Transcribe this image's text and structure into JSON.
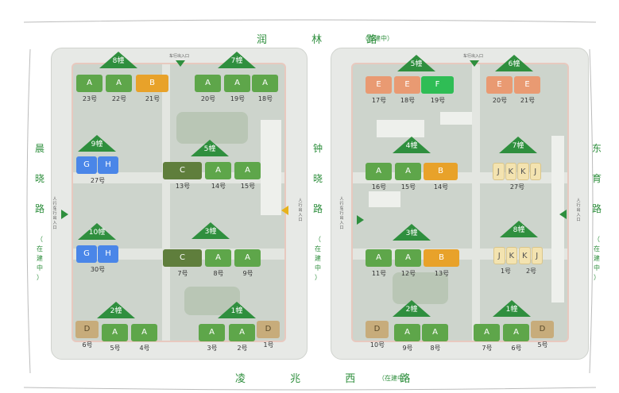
{
  "colors": {
    "A": "#5ea64a",
    "B": "#e8a22a",
    "C": "#5f7e3c",
    "D": "#c7ac7b",
    "E": "#e99a72",
    "F": "#2fbd55",
    "G": "#4a86e8",
    "H": "#4a86e8",
    "J": "#f3e3b0",
    "K": "#f3e3b0",
    "tag": "#2f8f3e",
    "road": "#2f8f3e"
  },
  "roads": {
    "top": {
      "name": "润 林 路",
      "note": "（在建中）"
    },
    "bottom": {
      "name": "凌 兆 西 路",
      "note": "（在建中）"
    },
    "left": {
      "chars": [
        "晨",
        "晓",
        "路"
      ],
      "note": [
        "（",
        "在",
        "建",
        "中",
        "）"
      ]
    },
    "middle": {
      "chars": [
        "钟",
        "晓",
        "路"
      ],
      "note": [
        "（",
        "在",
        "建",
        "中",
        "）"
      ]
    },
    "right": {
      "chars": [
        "东",
        "育",
        "路"
      ],
      "note": [
        "（",
        "在",
        "建",
        "中",
        "）"
      ]
    }
  },
  "gates": {
    "top_left": "车行出入口",
    "top_right": "车行出入口",
    "left_side": [
      "人",
      "行",
      "车",
      "行",
      "出",
      "入",
      "口"
    ],
    "mid_left": [
      "人",
      "行",
      "出",
      "入",
      "口"
    ],
    "mid_right": [
      "人",
      "行",
      "车",
      "行",
      "出",
      "入",
      "口"
    ],
    "right_side": [
      "人",
      "行",
      "出",
      "入",
      "口"
    ]
  },
  "tags": [
    {
      "id": "L8",
      "label": "8幢"
    },
    {
      "id": "L7",
      "label": "7幢"
    },
    {
      "id": "L9",
      "label": "9幢"
    },
    {
      "id": "L5",
      "label": "5幢"
    },
    {
      "id": "L10",
      "label": "10幢"
    },
    {
      "id": "L3",
      "label": "3幢"
    },
    {
      "id": "L2",
      "label": "2幢"
    },
    {
      "id": "L1",
      "label": "1幢"
    },
    {
      "id": "R5",
      "label": "5幢"
    },
    {
      "id": "R6",
      "label": "6幢"
    },
    {
      "id": "R4",
      "label": "4幢"
    },
    {
      "id": "R7",
      "label": "7幢"
    },
    {
      "id": "R3",
      "label": "3幢"
    },
    {
      "id": "R8",
      "label": "8幢"
    },
    {
      "id": "R2",
      "label": "2幢"
    },
    {
      "id": "R1",
      "label": "1幢"
    }
  ],
  "buildings": [
    {
      "id": "L23",
      "units": [
        "A"
      ],
      "num": "23号"
    },
    {
      "id": "L22",
      "units": [
        "A"
      ],
      "num": "22号"
    },
    {
      "id": "L21",
      "units": [
        "B"
      ],
      "num": "21号"
    },
    {
      "id": "L20",
      "units": [
        "A"
      ],
      "num": "20号"
    },
    {
      "id": "L19",
      "units": [
        "A"
      ],
      "num": "19号"
    },
    {
      "id": "L18",
      "units": [
        "A"
      ],
      "num": "18号"
    },
    {
      "id": "L27",
      "units": [
        "G",
        "H"
      ],
      "num": "27号"
    },
    {
      "id": "L13",
      "units": [
        "C"
      ],
      "num": "13号"
    },
    {
      "id": "L14",
      "units": [
        "A"
      ],
      "num": "14号"
    },
    {
      "id": "L15",
      "units": [
        "A"
      ],
      "num": "15号"
    },
    {
      "id": "L30",
      "units": [
        "G",
        "H"
      ],
      "num": "30号"
    },
    {
      "id": "L7b",
      "units": [
        "C"
      ],
      "num": "7号"
    },
    {
      "id": "L8b",
      "units": [
        "A"
      ],
      "num": "8号"
    },
    {
      "id": "L9b",
      "units": [
        "A"
      ],
      "num": "9号"
    },
    {
      "id": "L6",
      "units": [
        "D"
      ],
      "num": "6号"
    },
    {
      "id": "L5b",
      "units": [
        "A"
      ],
      "num": "5号"
    },
    {
      "id": "L4",
      "units": [
        "A"
      ],
      "num": "4号"
    },
    {
      "id": "L3b",
      "units": [
        "A"
      ],
      "num": "3号"
    },
    {
      "id": "L2b",
      "units": [
        "A"
      ],
      "num": "2号"
    },
    {
      "id": "L1b",
      "units": [
        "D"
      ],
      "num": "1号"
    },
    {
      "id": "R17",
      "units": [
        "E"
      ],
      "num": "17号"
    },
    {
      "id": "R18",
      "units": [
        "E"
      ],
      "num": "18号"
    },
    {
      "id": "R19",
      "units": [
        "F"
      ],
      "num": "19号"
    },
    {
      "id": "R20",
      "units": [
        "E"
      ],
      "num": "20号"
    },
    {
      "id": "R21",
      "units": [
        "E"
      ],
      "num": "21号"
    },
    {
      "id": "R16",
      "units": [
        "A"
      ],
      "num": "16号"
    },
    {
      "id": "R15",
      "units": [
        "A"
      ],
      "num": "15号"
    },
    {
      "id": "R14",
      "units": [
        "B"
      ],
      "num": "14号"
    },
    {
      "id": "R27",
      "units": [
        "J",
        "K",
        "K",
        "J"
      ],
      "num": "27号"
    },
    {
      "id": "R11",
      "units": [
        "A"
      ],
      "num": "11号"
    },
    {
      "id": "R12",
      "units": [
        "A"
      ],
      "num": "12号"
    },
    {
      "id": "R13",
      "units": [
        "B"
      ],
      "num": "13号"
    },
    {
      "id": "R1",
      "units": [
        "J",
        "K"
      ],
      "num": "1号"
    },
    {
      "id": "R2",
      "units": [
        "K",
        "J"
      ],
      "num": "2号"
    },
    {
      "id": "R10",
      "units": [
        "D"
      ],
      "num": "10号"
    },
    {
      "id": "R9",
      "units": [
        "A"
      ],
      "num": "9号"
    },
    {
      "id": "R8b",
      "units": [
        "A"
      ],
      "num": "8号"
    },
    {
      "id": "R7b",
      "units": [
        "A"
      ],
      "num": "7号"
    },
    {
      "id": "R6b",
      "units": [
        "A"
      ],
      "num": "6号"
    },
    {
      "id": "R5b",
      "units": [
        "D"
      ],
      "num": "5号"
    }
  ]
}
